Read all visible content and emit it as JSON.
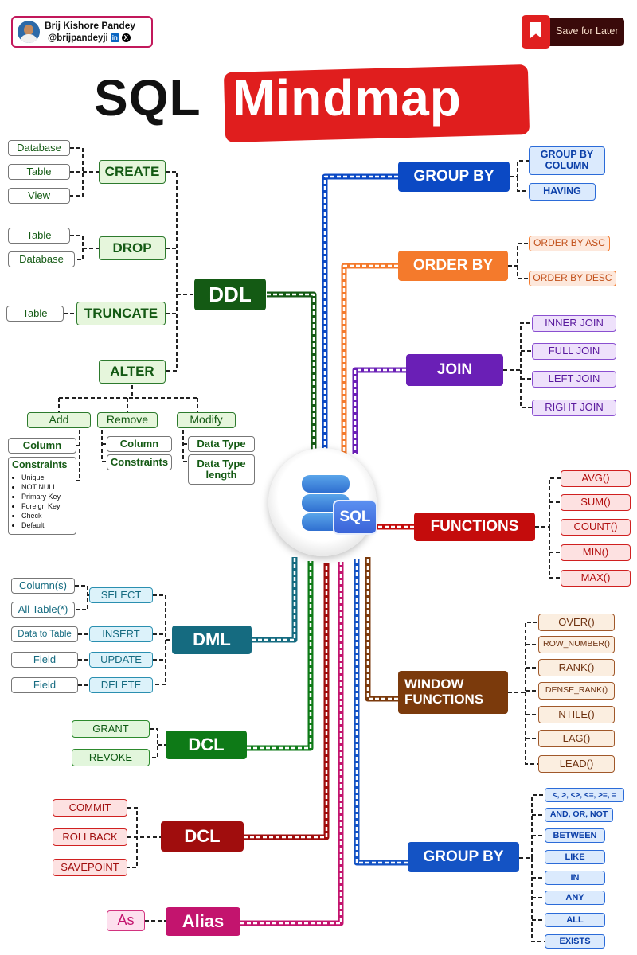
{
  "author": {
    "name": "Brij Kishore Pandey",
    "handle": "@brijpandeyji",
    "linkedin_icon": "linkedin-icon",
    "x_icon": "x-icon"
  },
  "save_label": "Save for Later",
  "title": {
    "part1": "SQL",
    "part2": "Mindmap"
  },
  "center": {
    "label": "SQL",
    "icon": "database-icon"
  },
  "colors": {
    "ddl": "#145a14",
    "ddl_light": "#e6f6dc",
    "group_by": "#0b49c4",
    "order_by": "#f47a2c",
    "join": "#6a1fb6",
    "functions": "#c40c0c",
    "window": "#7b3a0c",
    "filter": "#1453c4",
    "dml": "#156b80",
    "dcl": "#0e7a17",
    "tcl": "#a00d0d",
    "alias": "#c3146e"
  },
  "ddl": {
    "label": "DDL",
    "create": {
      "label": "CREATE",
      "items": [
        "Database",
        "Table",
        "View"
      ]
    },
    "drop": {
      "label": "DROP",
      "items": [
        "Table",
        "Database"
      ]
    },
    "truncate": {
      "label": "TRUNCATE",
      "items": [
        "Table"
      ]
    },
    "alter": {
      "label": "ALTER",
      "add": {
        "label": "Add",
        "column": "Column",
        "constraints_title": "Constraints",
        "constraints": [
          "Unique",
          "NOT NULL",
          "Primary Key",
          "Foreign Key",
          "Check",
          "Default"
        ]
      },
      "remove": {
        "label": "Remove",
        "items": [
          "Column",
          "Constraints"
        ]
      },
      "modify": {
        "label": "Modify",
        "items": [
          "Data Type",
          "Data Type length"
        ]
      }
    }
  },
  "group_by": {
    "label": "GROUP BY",
    "items": [
      "GROUP BY COLUMN",
      "HAVING"
    ]
  },
  "order_by": {
    "label": "ORDER BY",
    "items": [
      "ORDER BY ASC",
      "ORDER BY DESC"
    ]
  },
  "join": {
    "label": "JOIN",
    "items": [
      "INNER JOIN",
      "FULL JOIN",
      "LEFT JOIN",
      "RIGHT JOIN"
    ]
  },
  "functions": {
    "label": "FUNCTIONS",
    "items": [
      "AVG()",
      "SUM()",
      "COUNT()",
      "MIN()",
      "MAX()"
    ]
  },
  "window": {
    "label": "WINDOW FUNCTIONS",
    "items": [
      "OVER()",
      "ROW_NUMBER()",
      "RANK()",
      "DENSE_RANK()",
      "NTILE()",
      "LAG()",
      "LEAD()"
    ]
  },
  "filter": {
    "label": "GROUP BY",
    "items": [
      "<, >, <>, <=, >=, =",
      "AND, OR, NOT",
      "BETWEEN",
      "LIKE",
      "IN",
      "ANY",
      "ALL",
      "EXISTS"
    ]
  },
  "dml": {
    "label": "DML",
    "ops": [
      {
        "label": "SELECT",
        "targets": [
          "Column(s)",
          "All Table(*)"
        ]
      },
      {
        "label": "INSERT",
        "targets": [
          "Data to Table"
        ]
      },
      {
        "label": "UPDATE",
        "targets": [
          "Field"
        ]
      },
      {
        "label": "DELETE",
        "targets": [
          "Field"
        ]
      }
    ]
  },
  "dcl": {
    "label": "DCL",
    "items": [
      "GRANT",
      "REVOKE"
    ]
  },
  "tcl": {
    "label": "DCL",
    "items": [
      "COMMIT",
      "ROLLBACK",
      "SAVEPOINT"
    ]
  },
  "alias": {
    "label": "Alias",
    "items": [
      "As"
    ]
  }
}
